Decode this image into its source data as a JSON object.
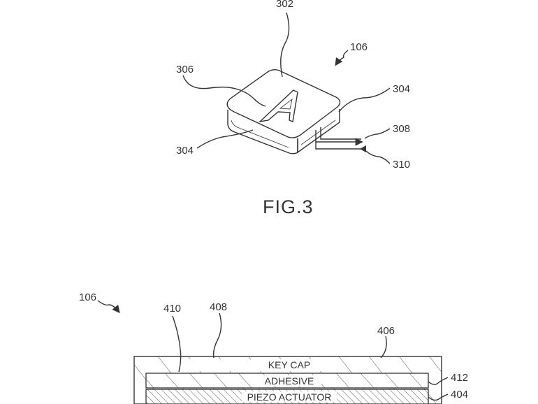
{
  "figure3": {
    "caption": "FIG.3",
    "key_letter": "A",
    "refs": {
      "key": "106",
      "key_top": "302",
      "side_right": "304",
      "side_left": "304",
      "letter": "306",
      "signal_out": "308",
      "signal_in": "310"
    }
  },
  "figure4": {
    "refs": {
      "key": "106",
      "cap_ref": "410",
      "cap_hatch": "408",
      "stack": "406",
      "adhesive": "412",
      "actuator": "404"
    },
    "layers": {
      "cap": "KEY CAP",
      "adhesive": "ADHESIVE",
      "actuator": "PIEZO ACTUATOR"
    }
  }
}
